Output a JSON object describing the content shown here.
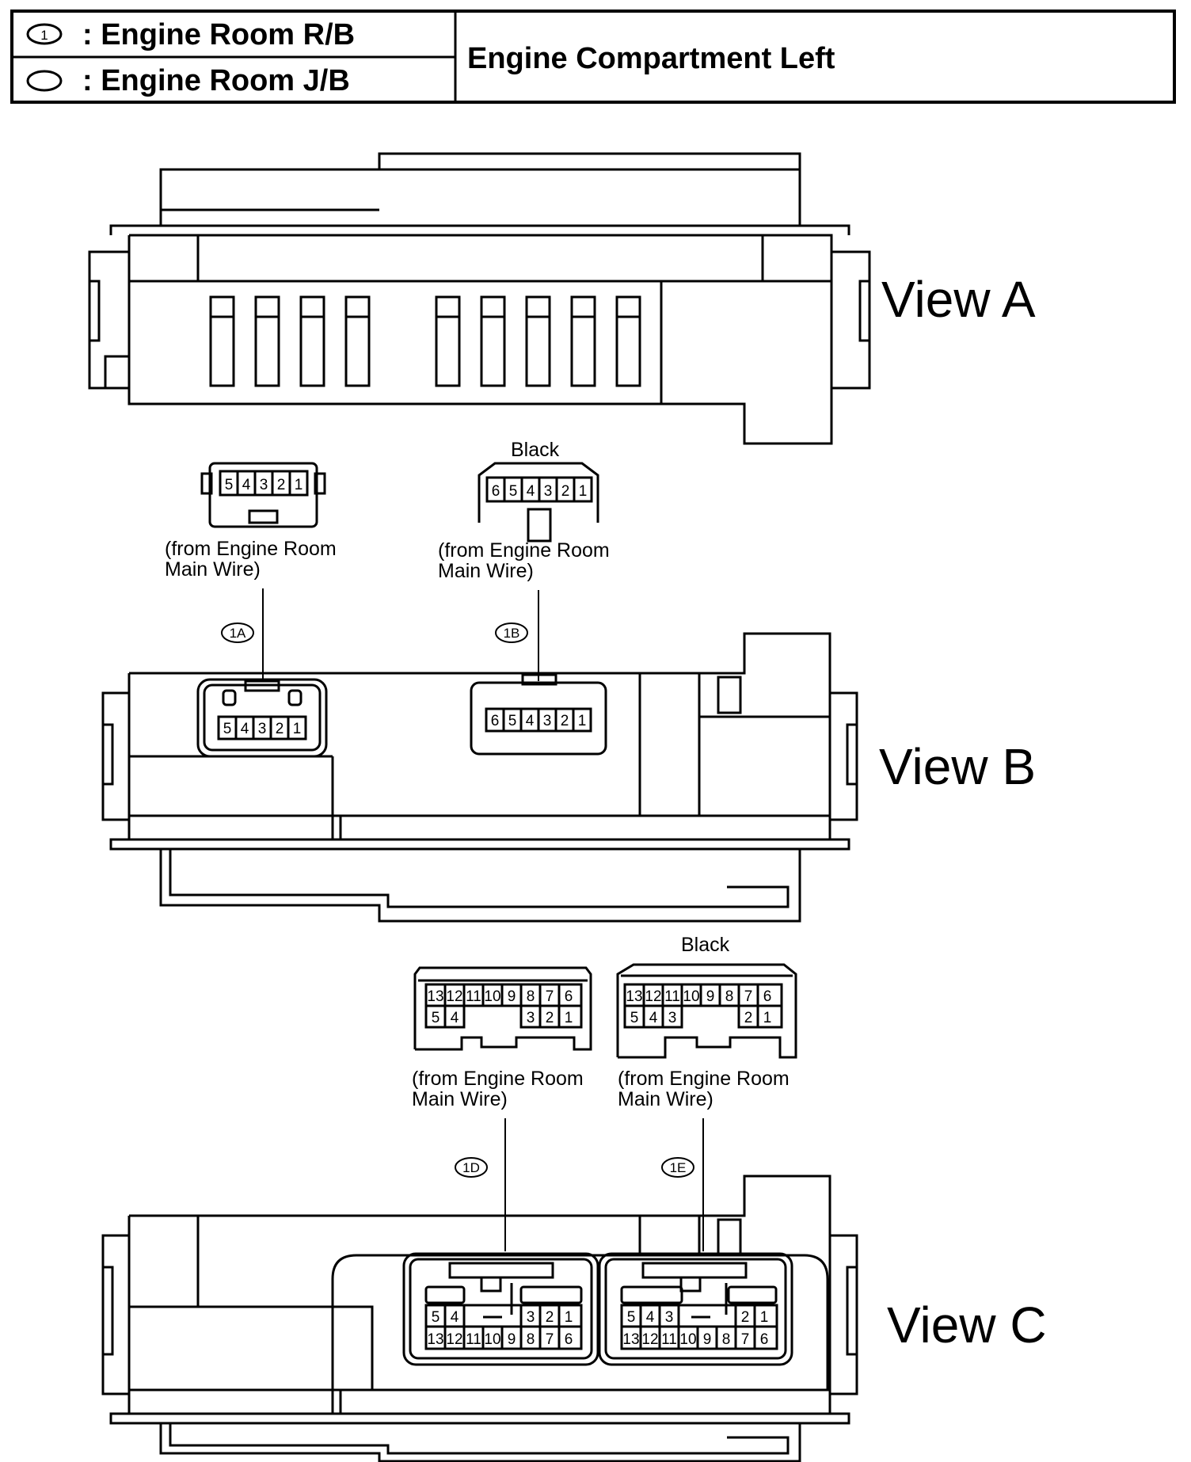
{
  "header": {
    "legend": [
      {
        "symbol": "1",
        "label": ": Engine Room R/B"
      },
      {
        "symbol": "",
        "label": ": Engine Room J/B"
      }
    ],
    "title": "Engine Compartment Left"
  },
  "views": [
    {
      "label": "View A"
    },
    {
      "label": "View B"
    },
    {
      "label": "View C"
    }
  ],
  "connectors": {
    "1A": {
      "code": "1A",
      "color": "",
      "source_line1": "(from Engine Room",
      "source_line2": "Main Wire)",
      "pins": [
        "5",
        "4",
        "3",
        "2",
        "1"
      ]
    },
    "1B": {
      "code": "1B",
      "color": "Black",
      "source_line1": "(from Engine Room",
      "source_line2": "Main Wire)",
      "pins": [
        "6",
        "5",
        "4",
        "3",
        "2",
        "1"
      ]
    },
    "1D": {
      "code": "1D",
      "color": "",
      "source_line1": "(from Engine Room",
      "source_line2": "Main Wire)",
      "pins_top": [
        "13",
        "12",
        "11",
        "10",
        "9",
        "8",
        "7",
        "6"
      ],
      "pins_bottom": [
        "5",
        "4",
        "",
        "",
        "",
        "3",
        "2",
        "1"
      ]
    },
    "1E": {
      "code": "1E",
      "color": "Black",
      "source_line1": "(from Engine Room",
      "source_line2": "Main Wire)",
      "pins_top": [
        "13",
        "12",
        "11",
        "10",
        "9",
        "8",
        "7",
        "6"
      ],
      "pins_bottom": [
        "5",
        "4",
        "3",
        "",
        "",
        "",
        "2",
        "1"
      ]
    }
  }
}
